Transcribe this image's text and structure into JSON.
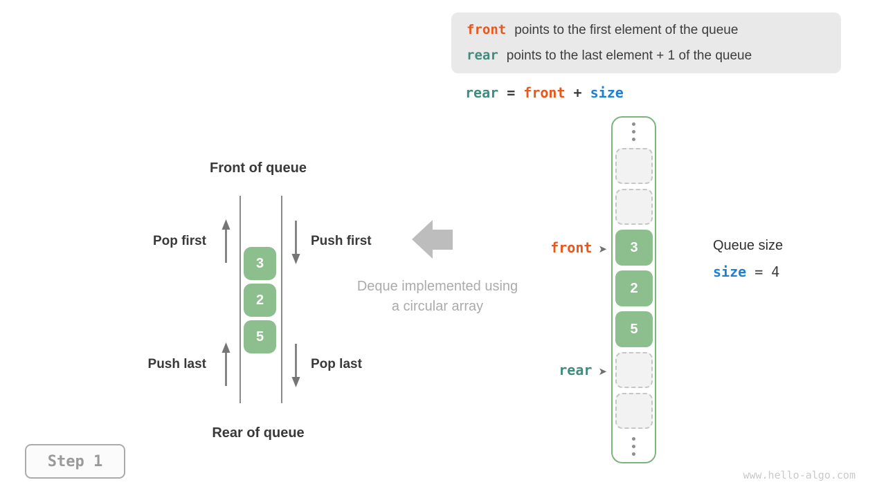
{
  "info_box": {
    "lines": [
      {
        "keyword": "front",
        "text": "points to the first element of the queue"
      },
      {
        "keyword": "rear",
        "text": "points to the last element + 1 of the queue"
      }
    ]
  },
  "equation": {
    "lhs": "rear",
    "eq": " = ",
    "op1": "front",
    "plus": " + ",
    "op2": "size"
  },
  "left_diagram": {
    "top_label": "Front of queue",
    "bottom_label": "Rear of queue",
    "pop_first": "Pop first",
    "push_first": "Push first",
    "push_last": "Push last",
    "pop_last": "Pop last",
    "values": [
      "3",
      "2",
      "5"
    ]
  },
  "center": {
    "caption_line1": "Deque implemented using",
    "caption_line2": "a circular array"
  },
  "array": {
    "cells": [
      {
        "state": "empty",
        "value": ""
      },
      {
        "state": "empty",
        "value": ""
      },
      {
        "state": "filled",
        "value": "3"
      },
      {
        "state": "filled",
        "value": "2"
      },
      {
        "state": "filled",
        "value": "5"
      },
      {
        "state": "empty",
        "value": ""
      },
      {
        "state": "empty",
        "value": ""
      }
    ],
    "front_label": "front",
    "rear_label": "rear",
    "pointer_glyph": "➤"
  },
  "queue_size": {
    "title": "Queue size",
    "var": "size",
    "rest": " = 4"
  },
  "step_badge": "Step 1",
  "watermark": "www.hello-algo.com",
  "colors": {
    "front_orange": "#e7581c",
    "rear_teal": "#3f8c7e",
    "size_blue": "#1e80d2",
    "cell_green": "#8dbe8d",
    "frame_green": "#7cb47c",
    "info_bg": "#e9e9e9"
  }
}
